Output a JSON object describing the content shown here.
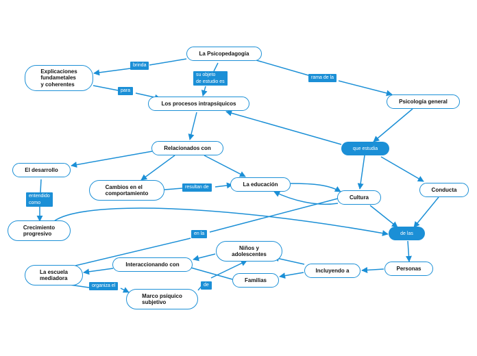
{
  "colors": {
    "accent": "#1b8fd6",
    "node_border": "#1b8fd6",
    "text": "#111111"
  },
  "nodes": {
    "psicopedagogia": "La Psicopedagogía",
    "explicaciones": "Explicaciones\nfundametales\ny coherentes",
    "procesos": "Los procesos intrapsíquicos",
    "psicologia_general": "Psicología general",
    "relacionados": "Relacionados con",
    "desarrollo": "El desarrollo",
    "cambios": "Cambios en el\ncomportamiento",
    "educacion": "La educación",
    "cultura": "Cultura",
    "conducta": "Conducta",
    "crecimiento": "Crecimiento\nprogresivo",
    "ninos": "Niños y\nadolescentes",
    "escuela": "La escuela\nmediadora",
    "interaccionando": "Interaccionando con",
    "incluyendo": "Incluyendo a",
    "personas": "Personas",
    "familias": "Familias",
    "marco": "Marco psíquico\nsubjetivo"
  },
  "hubs": {
    "que_estudia": "que estudia",
    "de_las": "de las"
  },
  "labels": {
    "brinda": "brinda",
    "su_objeto": "su objeto\nde estudio es",
    "rama_de_la": "rama de la",
    "para": "para",
    "entendido_como": "entendido\ncomo",
    "resultan_de": "resultan de",
    "en_la": "en la",
    "organiza_el": "organiza el",
    "de": "de"
  }
}
